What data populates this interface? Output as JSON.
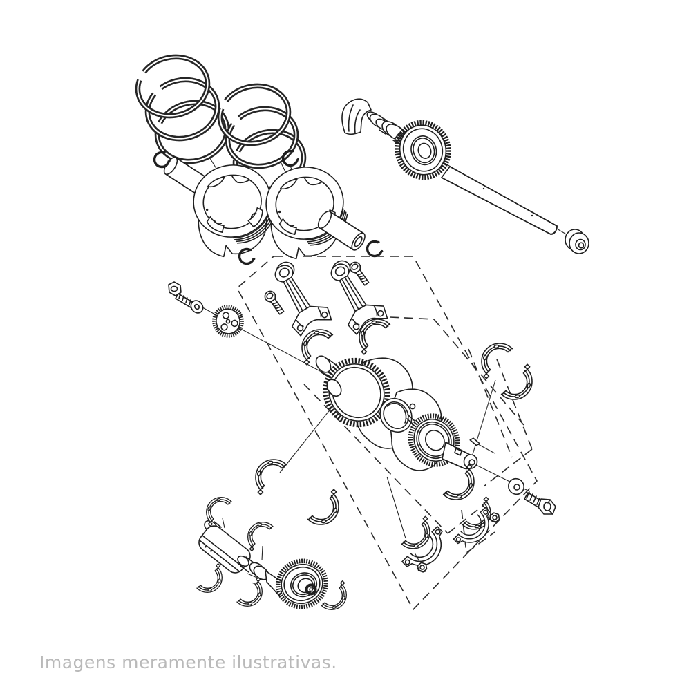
{
  "page": {
    "background": "#ffffff",
    "caption": {
      "text": "Imagens meramente ilustrativas.",
      "color": "#b9b9b9"
    }
  },
  "diagram": {
    "type": "exploded-parts-line-drawing",
    "subject": "motorcycle engine bottom end: crankshaft, pistons and balancer shafts",
    "line_color": "#1f1f1f",
    "dashed_outline_color": "#2b2b2b",
    "parts": [
      "piston-ring-set-1",
      "piston-ring-set-2",
      "piston-1",
      "piston-2",
      "wrist-pin-1",
      "wrist-pin-2",
      "circlip-1a",
      "circlip-1b",
      "circlip-2a",
      "circlip-2b",
      "front-balancer-shaft",
      "balancer-drive-gear",
      "balancer-shaft-rod",
      "shaft-bushing",
      "timing-sprocket",
      "sprocket-bolt",
      "sprocket-washer",
      "connecting-rod-1",
      "connecting-rod-2",
      "rod-bolt-1",
      "rod-bolt-2",
      "crankshaft",
      "primary-drive-gear",
      "crank-timing-gear",
      "woodruff-key",
      "main-bearing-shell-pairs",
      "rod-bearing-shells",
      "rod-cap-1",
      "rod-cap-2",
      "cap-nut-1",
      "cap-nut-2",
      "crank-washer",
      "crank-bolt",
      "rear-balancer-shaft",
      "rear-balancer-gear",
      "balancer-bearing-shells",
      "assembly-outline-dashed"
    ]
  }
}
